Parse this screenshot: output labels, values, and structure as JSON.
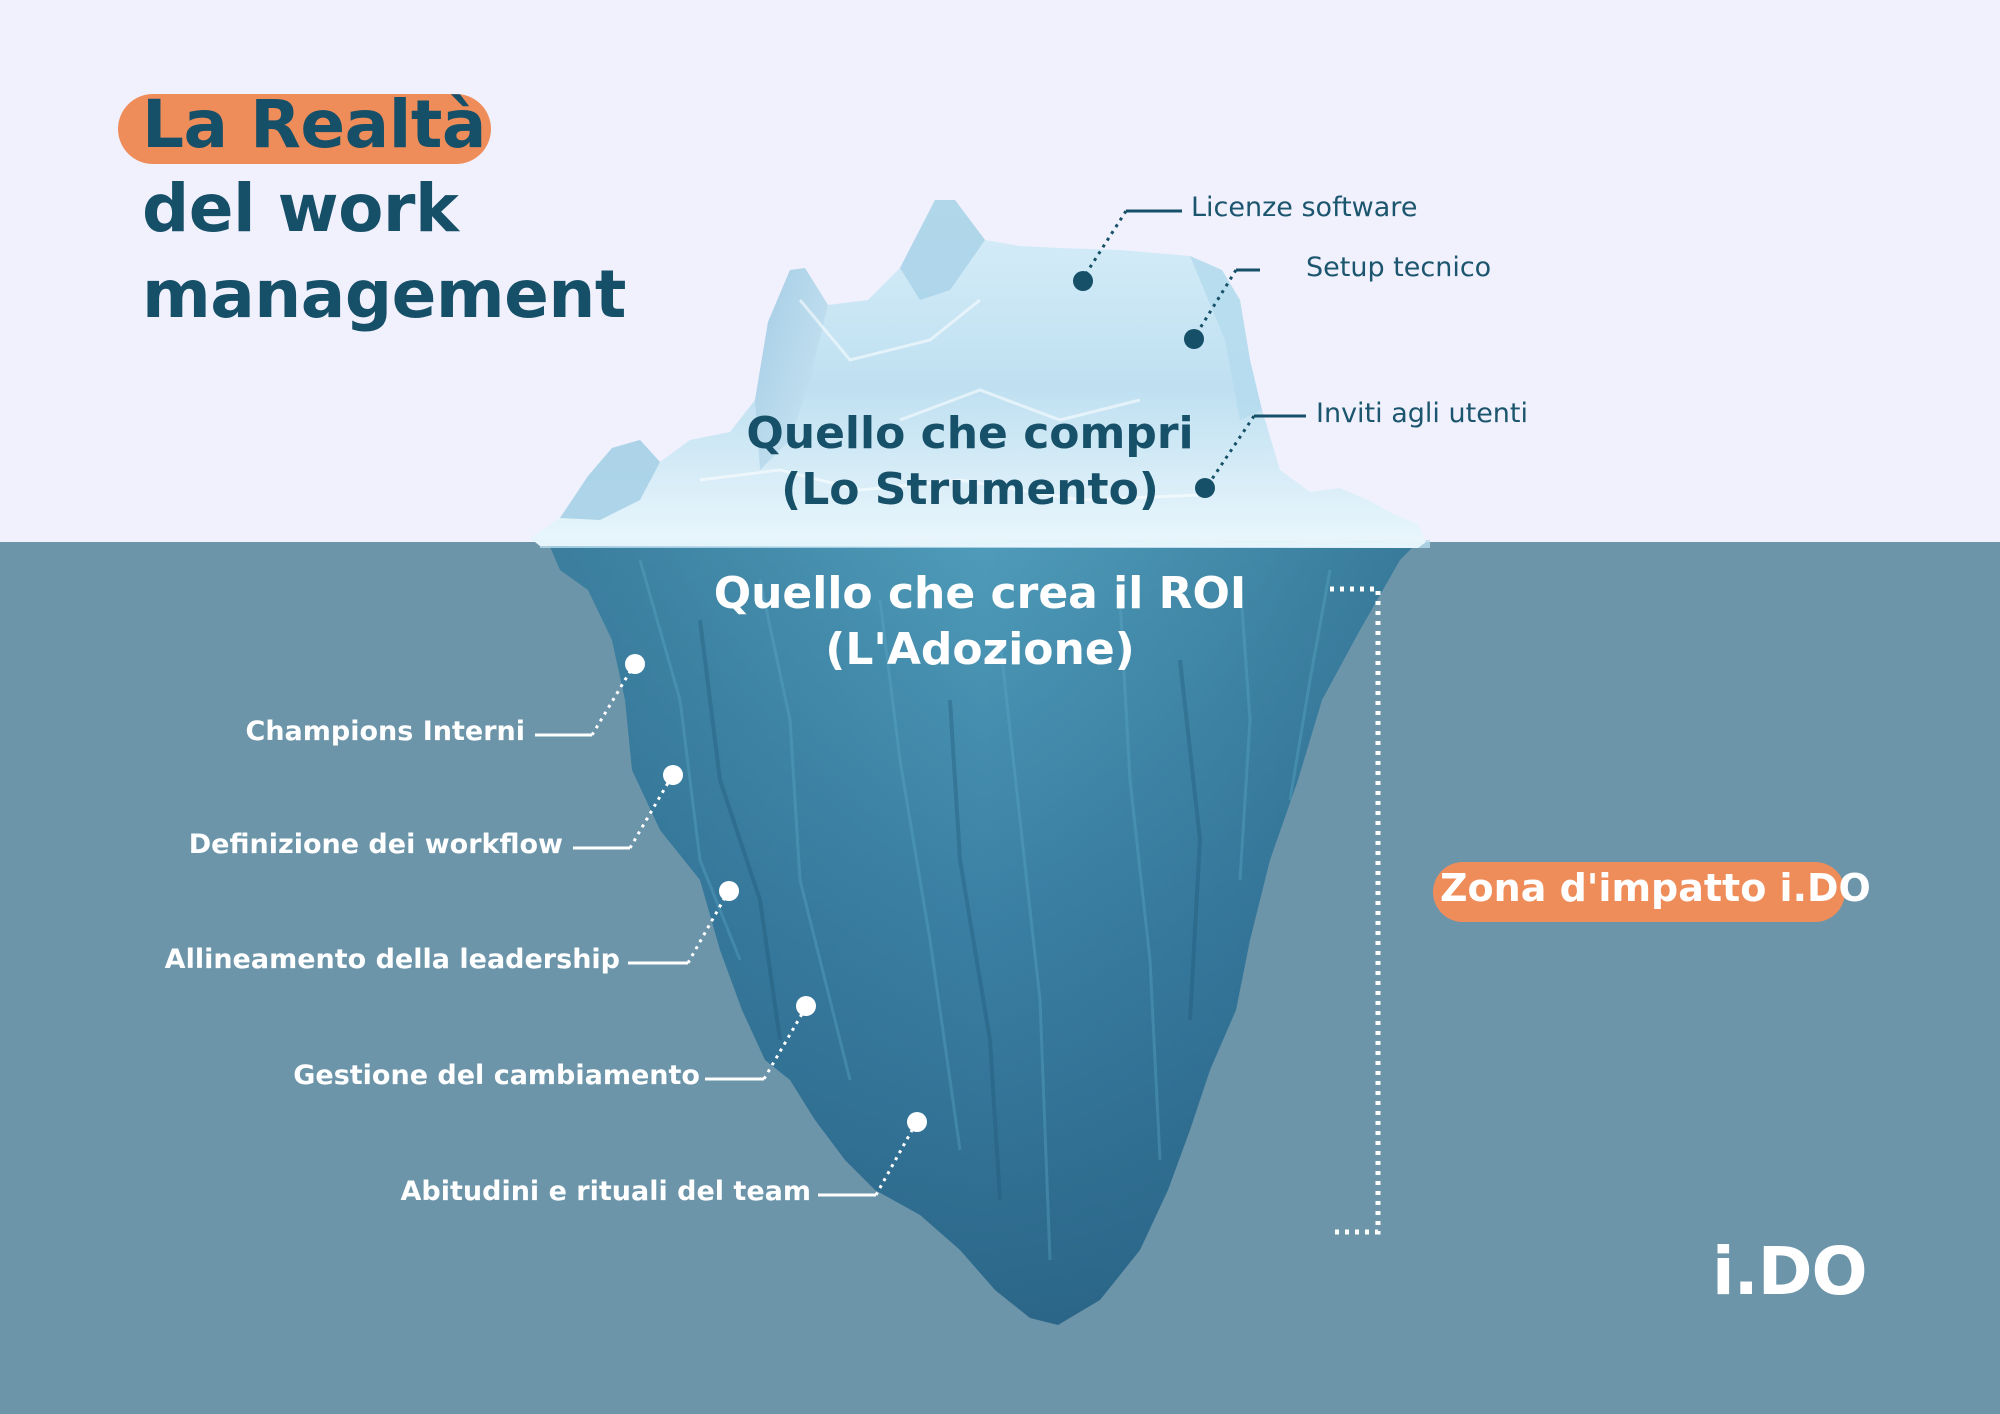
{
  "colors": {
    "sky": "#f1f0fd",
    "water": "#6c95aa",
    "accent": "#ef8d5a",
    "title_text": "#165068",
    "white": "#ffffff"
  },
  "title": {
    "highlight": "La Realtà",
    "line2": "del  work",
    "line3": "management"
  },
  "above_water": {
    "heading_line1": "Quello che compri",
    "heading_line2": "(Lo Strumento)",
    "items": [
      {
        "label": "Licenze software"
      },
      {
        "label": "Setup tecnico"
      },
      {
        "label": "Inviti agli utenti"
      }
    ]
  },
  "below_water": {
    "heading_line1": "Quello che crea il ROI",
    "heading_line2": "(L'Adozione)",
    "items": [
      {
        "label": "Champions Interni"
      },
      {
        "label": "Definizione dei workflow"
      },
      {
        "label": "Allineamento della leadership"
      },
      {
        "label": "Gestione del cambiamento"
      },
      {
        "label": "Abitudini e rituali del team"
      }
    ]
  },
  "zone_label": "Zona d'impatto i.DO",
  "logo": "i.DO"
}
